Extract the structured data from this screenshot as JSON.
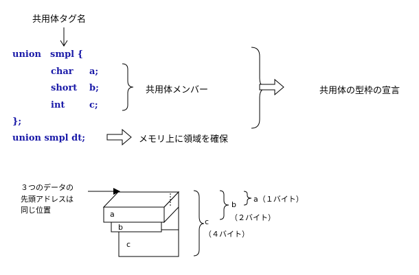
{
  "top": {
    "tag_name_label": "共用体タグ名",
    "members_label": "共用体メンバー",
    "declaration_label": "共用体の型枠の宣言",
    "alloc_label": "メモリ上に領域を確保"
  },
  "code": {
    "union_kw": "union",
    "tag": "smpl {",
    "m1_type": "char",
    "m1_name": "a;",
    "m2_type": "short",
    "m2_name": "b;",
    "m3_type": "int",
    "m3_name": "c;",
    "close": "};",
    "decl": "union smpl dt;"
  },
  "bottom": {
    "note_line1": "３つのデータの",
    "note_line2": "先頭アドレスは",
    "note_line3": "同じ位置",
    "box_a": "a",
    "box_b": "b",
    "box_c": "c",
    "label_a": "a（１バイト）",
    "label_b": "b",
    "label_b_size": "（２バイト）",
    "label_c": "c",
    "label_c_size": "（４バイト）"
  }
}
